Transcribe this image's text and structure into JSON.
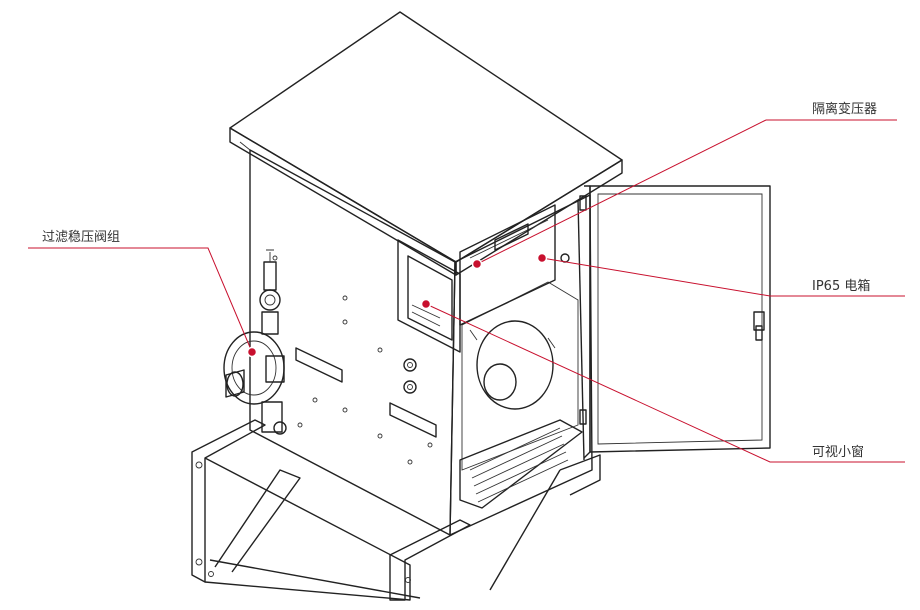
{
  "accent_color": "#c8102e",
  "labels": {
    "isolation_transformer": "隔离变压器",
    "pressure_regulator_group": "过滤稳压阀组",
    "ip65_box": "IP65 电箱",
    "viewing_window": "可视小窗"
  }
}
